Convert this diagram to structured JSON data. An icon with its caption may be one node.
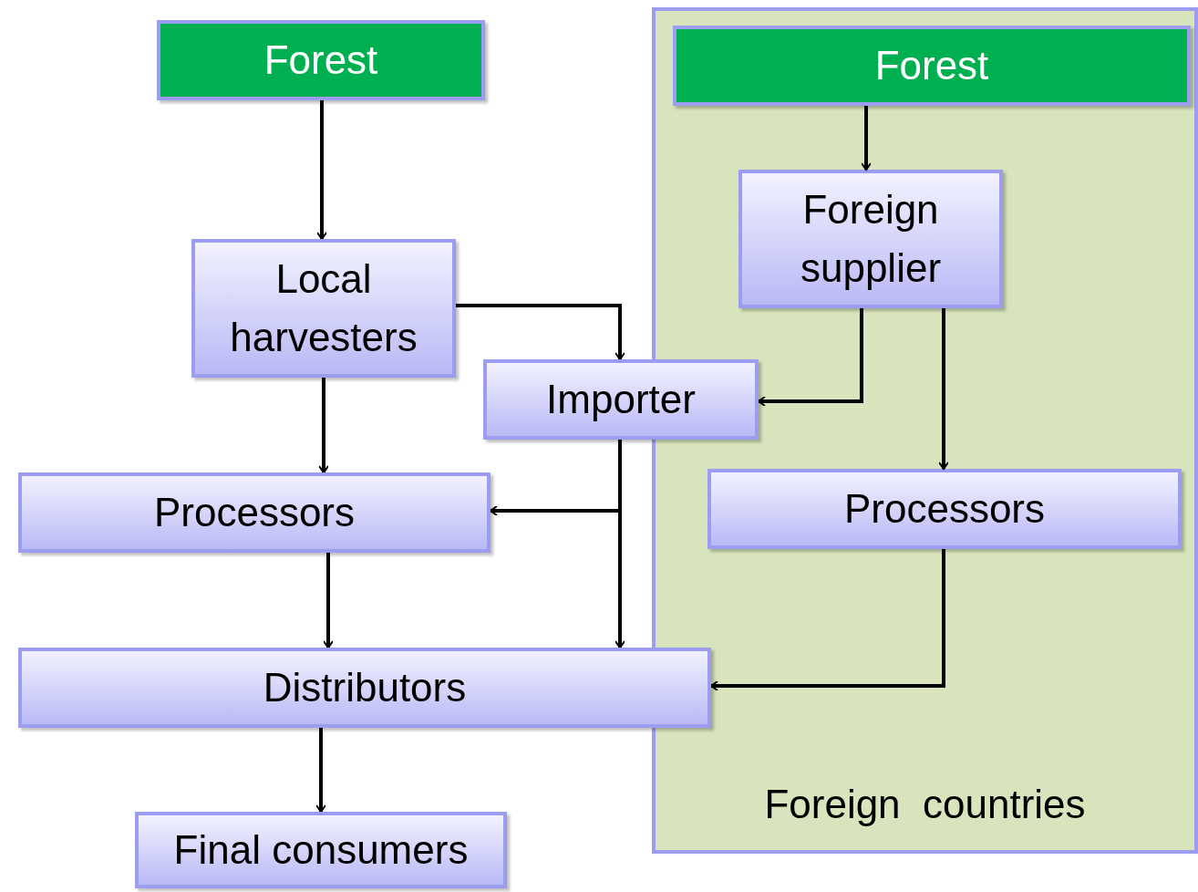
{
  "diagram": {
    "nodes": [
      {
        "text": [
          "Forest"
        ]
      },
      {
        "text": [
          "Local harvesters"
        ]
      },
      {
        "text": [
          "Importer"
        ]
      },
      {
        "text": [
          "Processors"
        ]
      },
      {
        "text": [
          "Distributors"
        ]
      },
      {
        "text": [
          "Final consumers"
        ]
      },
      {
        "text": [
          "Foreign  countries"
        ]
      },
      {
        "text": [
          "Forest"
        ],
        "in": 6
      },
      {
        "text": [
          "Foreign supplier"
        ],
        "in": 6
      },
      {
        "text": [
          "Processors"
        ],
        "in": 6
      }
    ],
    "edges": [
      {
        "from": 0,
        "to": 1,
        "arrow": "to"
      },
      {
        "from": 1,
        "to": 2,
        "arrow": "to"
      },
      {
        "from": 1,
        "to": 3,
        "arrow": "to"
      },
      {
        "from": 2,
        "to": 3,
        "arrow": "to"
      },
      {
        "from": 2,
        "to": 4,
        "arrow": "to"
      },
      {
        "from": 3,
        "to": 4,
        "arrow": "to"
      },
      {
        "from": 4,
        "to": 5,
        "arrow": "to"
      },
      {
        "from": 7,
        "to": 8,
        "arrow": "to"
      },
      {
        "from": 8,
        "to": 2,
        "arrow": "to"
      },
      {
        "from": 8,
        "to": 9,
        "arrow": "to"
      },
      {
        "from": 9,
        "to": 4,
        "arrow": "to"
      }
    ]
  }
}
